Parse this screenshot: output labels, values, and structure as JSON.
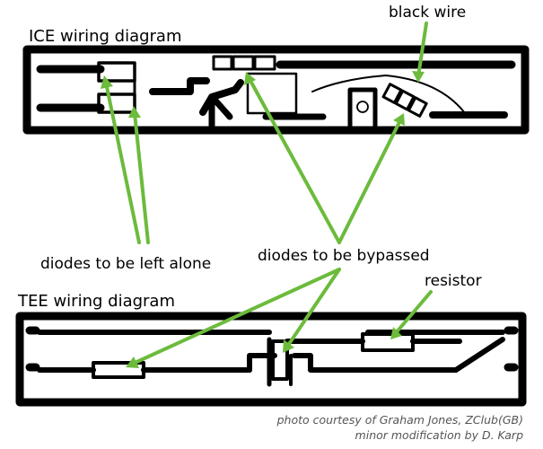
{
  "ice": {
    "title": "ICE wiring diagram"
  },
  "tee": {
    "title": "TEE wiring diagram"
  },
  "callouts": {
    "black_wire": "black wire",
    "diodes_left_alone": "diodes to be left alone",
    "diodes_bypassed": "diodes to be bypassed",
    "resistor": "resistor"
  },
  "credits": {
    "line1": "photo courtesy of Graham Jones, ZClub(GB)",
    "line2": "minor modification by D. Karp"
  },
  "colors": {
    "wire": "#000000",
    "arrow": "#6cbb3c",
    "background": "#ffffff"
  }
}
